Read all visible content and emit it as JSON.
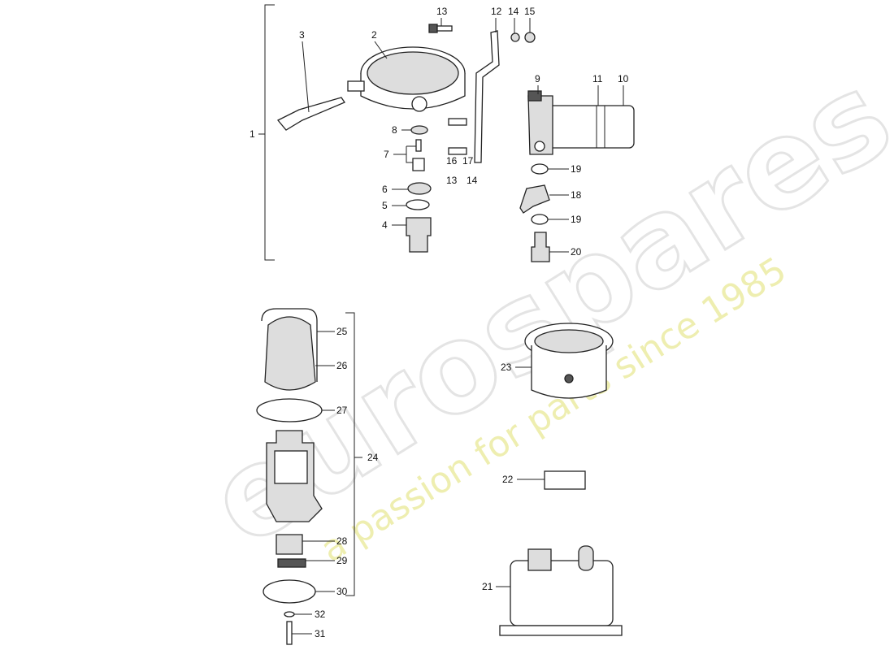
{
  "watermark": {
    "brand": "eurospares",
    "tagline": "a passion for parts since 1985",
    "tagline_color": "#eeeeb0"
  },
  "labels": {
    "l13a": "13",
    "l12": "12",
    "l14a": "14",
    "l15": "15",
    "l2": "2",
    "l3": "3",
    "l1": "1",
    "l9": "9",
    "l11": "11",
    "l10": "10",
    "l8": "8",
    "l16": "16",
    "l17": "17",
    "l7": "7",
    "l13b": "13",
    "l14b": "14",
    "l6": "6",
    "l5": "5",
    "l4": "4",
    "l19a": "19",
    "l18": "18",
    "l19b": "19",
    "l20": "20",
    "l25": "25",
    "l26": "26",
    "l27": "27",
    "l24": "24",
    "l23": "23",
    "l22": "22",
    "l28": "28",
    "l29": "29",
    "l30": "30",
    "l32": "32",
    "l31": "31",
    "l21": "21"
  }
}
